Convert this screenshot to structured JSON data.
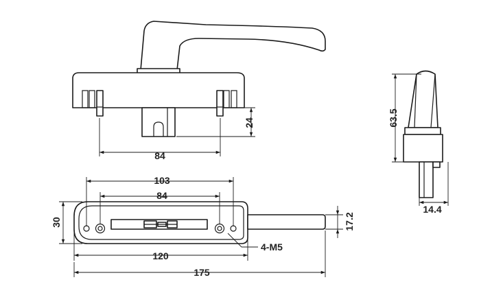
{
  "dimensions": {
    "top_spacing": "84",
    "top_depth": "24",
    "bottom_outer": "103",
    "bottom_inner": "84",
    "base_width": "30",
    "handle_height": "17.2",
    "hole_spacing": "120",
    "overall_length": "175",
    "screws": "4-M5",
    "side_height": "63.5",
    "side_width": "14.4"
  },
  "colors": {
    "line": "#1a1a1a",
    "text": "#222222",
    "background": "#ffffff"
  }
}
